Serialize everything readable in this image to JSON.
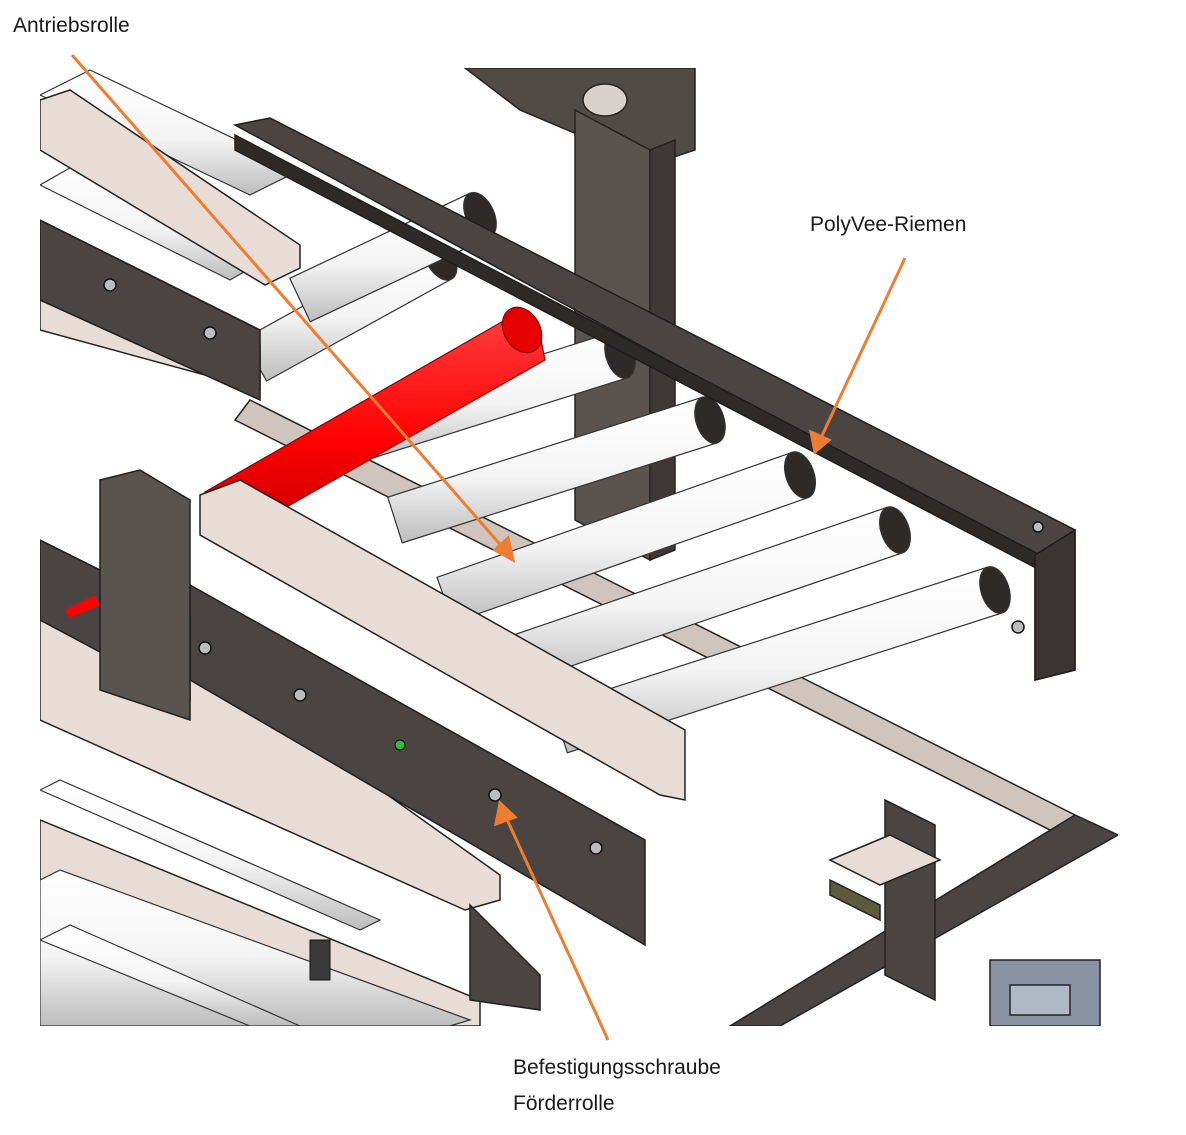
{
  "labels": {
    "antriebsrolle": "Antriebsrolle",
    "polyvee_riemen": "PolyVee-Riemen",
    "befestigung_line1": "Befestigungsschraube",
    "befestigung_line2": "Förderrolle"
  },
  "colors": {
    "arrow": "#ed7d31",
    "drive_roller": "#ff0000",
    "frame_dark": "#4a4542",
    "frame_light": "#e8ddd6",
    "roller": "#f2f2f2",
    "outline": "#1a1a1a"
  }
}
